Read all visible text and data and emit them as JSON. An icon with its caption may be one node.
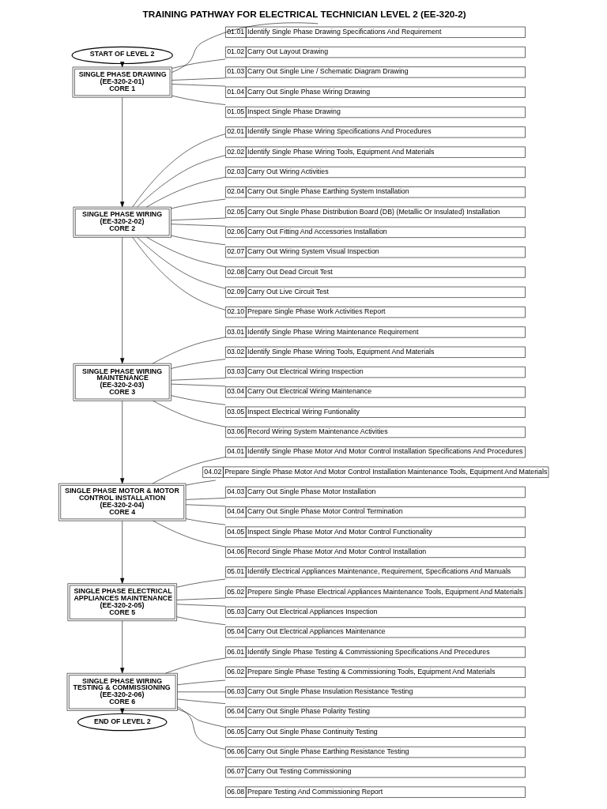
{
  "diagram": {
    "title": "TRAINING PATHWAY FOR ELECTRICAL TECHNICIAN LEVEL 2 (EE-320-2)",
    "nodes": [
      {
        "text": [
          "START OF LEVEL 2"
        ]
      },
      {
        "text": [
          "SINGLE PHASE DRAWING",
          "(EE-320-2-01)",
          "CORE 1"
        ]
      },
      {
        "text": [
          "01.01",
          "Identify Single Phase Drawing Specifications And Requirement"
        ]
      },
      {
        "text": [
          "01.02",
          "Carry Out Layout Drawing"
        ]
      },
      {
        "text": [
          "01.03",
          "Carry Out Single Line / Schematic Diagram Drawing"
        ]
      },
      {
        "text": [
          "01.04",
          "Carry Out Single Phase Wiring Drawing"
        ]
      },
      {
        "text": [
          "01.05",
          "Inspect Single Phase Drawing"
        ]
      },
      {
        "text": [
          "SINGLE PHASE WIRING",
          "(EE-320-2-02)",
          "CORE 2"
        ]
      },
      {
        "text": [
          "02.01",
          "Identify Single Phase Wiring Specifications And Procedures"
        ]
      },
      {
        "text": [
          "02.02",
          "Identify Single Phase Wiring Tools, Equipment And Materials"
        ]
      },
      {
        "text": [
          "02.03",
          "Carry Out Wiring Activities"
        ]
      },
      {
        "text": [
          "02.04",
          "Carry Out Single Phase Earthing System Installation"
        ]
      },
      {
        "text": [
          "02.05",
          "Carry Out Single Phase Distribution Board (DB) (Metallic Or Insulated) Installation"
        ]
      },
      {
        "text": [
          "02.06",
          "Carry Out Fitting And Accessories Installation"
        ]
      },
      {
        "text": [
          "02.07",
          "Carry Out Wiring System Visual Inspection"
        ]
      },
      {
        "text": [
          "02.08",
          "Carry Out Dead Circuit Test"
        ]
      },
      {
        "text": [
          "02.09",
          "Carry Out Live Circuit Test"
        ]
      },
      {
        "text": [
          "02.10",
          "Prepare Single Phase Work Activities Report"
        ]
      },
      {
        "text": [
          "SINGLE PHASE WIRING MAINTENANCE",
          "(EE-320-2-03)",
          "CORE 3"
        ]
      },
      {
        "text": [
          "03.01",
          "Identify Single Phase Wiring Maintenance Requirement"
        ]
      },
      {
        "text": [
          "03.02",
          "Identify Single Phase Wiring Tools, Equipment And Materials"
        ]
      },
      {
        "text": [
          "03.03",
          "Carry Out Electrical Wiring Inspection"
        ]
      },
      {
        "text": [
          "03.04",
          "Carry Out Electrical Wiring Maintenance"
        ]
      },
      {
        "text": [
          "03.05",
          "Inspect Electrical Wiring Funtionality"
        ]
      },
      {
        "text": [
          "03.06",
          "Record Wiring System Maintenance Activities"
        ]
      },
      {
        "text": [
          "SINGLE PHASE MOTOR & MOTOR CONTROL INSTALLATION",
          "(EE-320-2-04)",
          "CORE 4"
        ]
      },
      {
        "text": [
          "04.01",
          "Identify Single Phase Motor And Motor Control Installation Specifications And Procedures"
        ]
      },
      {
        "text": [
          "04.02",
          "Prepare Single Phase Motor And Motor Control Installation Maintenance Tools, Equipment And Materials"
        ]
      },
      {
        "text": [
          "04.03",
          "Carry Out Single Phase Motor Installation"
        ]
      },
      {
        "text": [
          "04.04",
          "Carry Out Single Phase Motor Control Termination"
        ]
      },
      {
        "text": [
          "04.05",
          "Inspect Single Phase Motor And Motor Control Functionality"
        ]
      },
      {
        "text": [
          "04.06",
          "Record Single Phase Motor And Motor Control Installation"
        ]
      },
      {
        "text": [
          "SINGLE PHASE ELECTRICAL APPLIANCES MAINTENANCE",
          "(EE-320-2-05)",
          "CORE 5"
        ]
      },
      {
        "text": [
          "05.01",
          "Identify Electrical Appliances Maintenance, Requirement, Specifications And Manuals"
        ]
      },
      {
        "text": [
          "05.02",
          "Prepere Single Phase Electrical Appliances Maintenance Tools, Equipment And Materials"
        ]
      },
      {
        "text": [
          "05.03",
          "Carry Out Electrical Appliances Inspection"
        ]
      },
      {
        "text": [
          "05.04",
          "Carry Out Electrical Appliances Maintenance"
        ]
      },
      {
        "text": [
          "SINGLE PHASE WIRING TESTING & COMMISSIONING",
          "(EE-320-2-06)",
          "CORE 6"
        ]
      },
      {
        "text": [
          "06.01",
          "Identify Single Phase Testing & Commissioning Specifications And Precedures"
        ]
      },
      {
        "text": [
          "06.02",
          "Prepare Single Phase Testing & Commissioning Tools, Equipment And Materials"
        ]
      },
      {
        "text": [
          "06.03",
          "Carry Out Single Phase Insulation Resistance Testing"
        ]
      },
      {
        "text": [
          "06.04",
          "Carry Out Single Phase Polarity Testing"
        ]
      },
      {
        "text": [
          "06.05",
          "Carry Out Single Phase Continuity Testing"
        ]
      },
      {
        "text": [
          "06.06",
          "Carry Out Single Phase Earthing Resistance Testing"
        ]
      },
      {
        "text": [
          "06.07",
          "Carry Out Testing Commissioning"
        ]
      },
      {
        "text": [
          "06.08",
          "Prepare Testing And Commissioning Report"
        ]
      },
      {
        "text": [
          "END OF LEVEL 2"
        ]
      }
    ],
    "edges": [
      {
        "from": 0,
        "to": 1,
        "arrow": "to"
      },
      {
        "from": 1,
        "to": 2,
        "arrow": "none"
      },
      {
        "from": 1,
        "to": 3,
        "arrow": "none"
      },
      {
        "from": 1,
        "to": 4,
        "arrow": "none"
      },
      {
        "from": 1,
        "to": 5,
        "arrow": "none"
      },
      {
        "from": 1,
        "to": 6,
        "arrow": "none"
      },
      {
        "from": 1,
        "to": 7,
        "arrow": "to"
      },
      {
        "from": 7,
        "to": 8,
        "arrow": "none"
      },
      {
        "from": 7,
        "to": 9,
        "arrow": "none"
      },
      {
        "from": 7,
        "to": 10,
        "arrow": "none"
      },
      {
        "from": 7,
        "to": 11,
        "arrow": "none"
      },
      {
        "from": 7,
        "to": 12,
        "arrow": "none"
      },
      {
        "from": 7,
        "to": 13,
        "arrow": "none"
      },
      {
        "from": 7,
        "to": 14,
        "arrow": "none"
      },
      {
        "from": 7,
        "to": 15,
        "arrow": "none"
      },
      {
        "from": 7,
        "to": 16,
        "arrow": "none"
      },
      {
        "from": 7,
        "to": 17,
        "arrow": "none"
      },
      {
        "from": 7,
        "to": 18,
        "arrow": "to"
      },
      {
        "from": 18,
        "to": 19,
        "arrow": "none"
      },
      {
        "from": 18,
        "to": 20,
        "arrow": "none"
      },
      {
        "from": 18,
        "to": 21,
        "arrow": "none"
      },
      {
        "from": 18,
        "to": 22,
        "arrow": "none"
      },
      {
        "from": 18,
        "to": 23,
        "arrow": "none"
      },
      {
        "from": 18,
        "to": 24,
        "arrow": "none"
      },
      {
        "from": 18,
        "to": 25,
        "arrow": "to"
      },
      {
        "from": 25,
        "to": 26,
        "arrow": "none"
      },
      {
        "from": 25,
        "to": 27,
        "arrow": "none"
      },
      {
        "from": 25,
        "to": 28,
        "arrow": "none"
      },
      {
        "from": 25,
        "to": 29,
        "arrow": "none"
      },
      {
        "from": 25,
        "to": 30,
        "arrow": "none"
      },
      {
        "from": 25,
        "to": 31,
        "arrow": "none"
      },
      {
        "from": 25,
        "to": 32,
        "arrow": "to"
      },
      {
        "from": 32,
        "to": 33,
        "arrow": "none"
      },
      {
        "from": 32,
        "to": 34,
        "arrow": "none"
      },
      {
        "from": 32,
        "to": 35,
        "arrow": "none"
      },
      {
        "from": 32,
        "to": 36,
        "arrow": "none"
      },
      {
        "from": 32,
        "to": 37,
        "arrow": "to"
      },
      {
        "from": 37,
        "to": 38,
        "arrow": "none"
      },
      {
        "from": 37,
        "to": 39,
        "arrow": "none"
      },
      {
        "from": 37,
        "to": 40,
        "arrow": "none"
      },
      {
        "from": 37,
        "to": 41,
        "arrow": "none"
      },
      {
        "from": 37,
        "to": 42,
        "arrow": "none"
      },
      {
        "from": 37,
        "to": 43,
        "arrow": "none"
      },
      {
        "from": 37,
        "to": 46,
        "arrow": "to"
      }
    ]
  }
}
